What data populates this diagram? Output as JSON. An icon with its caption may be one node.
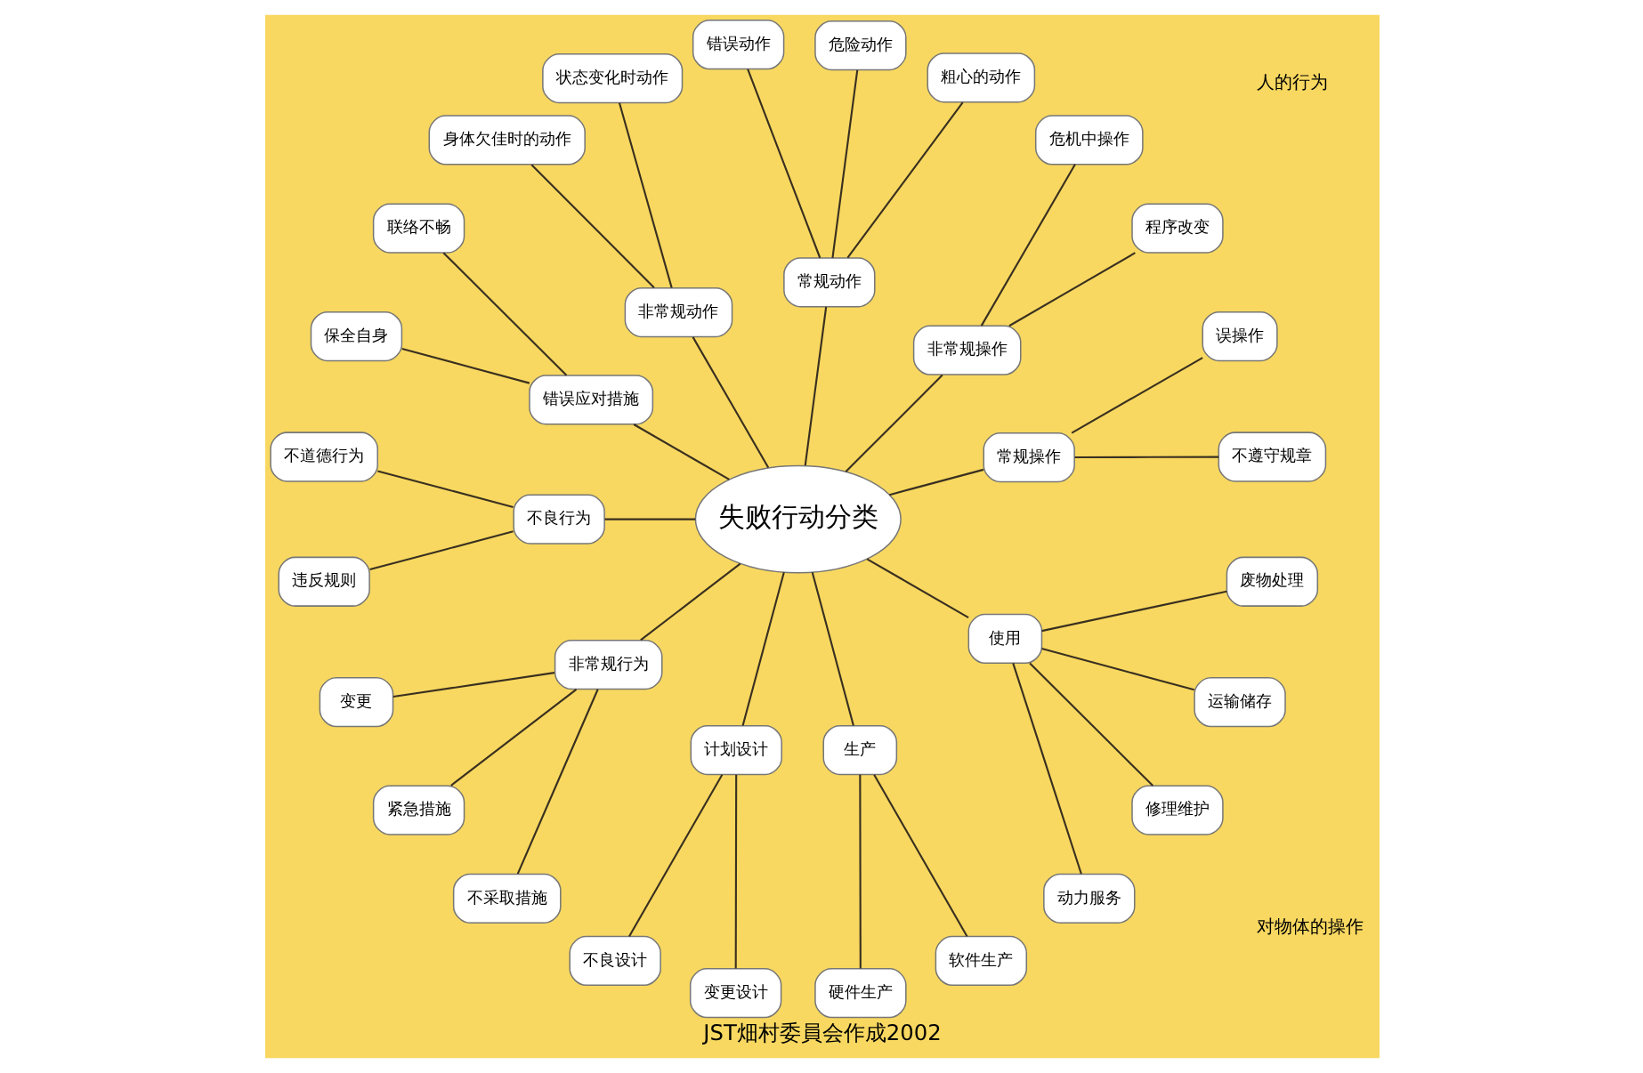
{
  "diagram": {
    "caption": "JST畑村委員会作成2002",
    "nodes": [
      {
        "text": [
          "失败行动分类"
        ]
      },
      {
        "text": [
          "常规操作"
        ]
      },
      {
        "text": [
          "非常规操作"
        ]
      },
      {
        "text": [
          "常规动作"
        ]
      },
      {
        "text": [
          "非常规动作"
        ]
      },
      {
        "text": [
          "错误应对措施"
        ]
      },
      {
        "text": [
          "不良行为"
        ]
      },
      {
        "text": [
          "非常规行为"
        ]
      },
      {
        "text": [
          "计划设计"
        ]
      },
      {
        "text": [
          "生产"
        ]
      },
      {
        "text": [
          "使用"
        ]
      },
      {
        "text": [
          "不遵守规章"
        ]
      },
      {
        "text": [
          "误操作"
        ]
      },
      {
        "text": [
          "程序改变"
        ]
      },
      {
        "text": [
          "危机中操作"
        ]
      },
      {
        "text": [
          "粗心的动作"
        ]
      },
      {
        "text": [
          "危险动作"
        ]
      },
      {
        "text": [
          "错误动作"
        ]
      },
      {
        "text": [
          "状态变化时动作"
        ]
      },
      {
        "text": [
          "身体欠佳时的动作"
        ]
      },
      {
        "text": [
          "联络不畅"
        ]
      },
      {
        "text": [
          "保全自身"
        ]
      },
      {
        "text": [
          "不道德行为"
        ]
      },
      {
        "text": [
          "违反规则"
        ]
      },
      {
        "text": [
          "变更"
        ]
      },
      {
        "text": [
          "紧急措施"
        ]
      },
      {
        "text": [
          "不采取措施"
        ]
      },
      {
        "text": [
          "不良设计"
        ]
      },
      {
        "text": [
          "变更设计"
        ]
      },
      {
        "text": [
          "硬件生产"
        ]
      },
      {
        "text": [
          "软件生产"
        ]
      },
      {
        "text": [
          "动力服务"
        ]
      },
      {
        "text": [
          "修理维护"
        ]
      },
      {
        "text": [
          "运输储存"
        ]
      },
      {
        "text": [
          "废物处理"
        ]
      }
    ],
    "edges": [
      {
        "from": 0,
        "to": 1,
        "arrow": "none"
      },
      {
        "from": 0,
        "to": 2,
        "arrow": "none"
      },
      {
        "from": 0,
        "to": 3,
        "arrow": "none"
      },
      {
        "from": 0,
        "to": 4,
        "arrow": "none"
      },
      {
        "from": 0,
        "to": 5,
        "arrow": "none"
      },
      {
        "from": 0,
        "to": 6,
        "arrow": "none"
      },
      {
        "from": 0,
        "to": 7,
        "arrow": "none"
      },
      {
        "from": 0,
        "to": 8,
        "arrow": "none"
      },
      {
        "from": 0,
        "to": 9,
        "arrow": "none"
      },
      {
        "from": 0,
        "to": 10,
        "arrow": "none"
      },
      {
        "from": 1,
        "to": 11,
        "arrow": "none"
      },
      {
        "from": 1,
        "to": 12,
        "arrow": "none"
      },
      {
        "from": 2,
        "to": 13,
        "arrow": "none"
      },
      {
        "from": 2,
        "to": 14,
        "arrow": "none"
      },
      {
        "from": 3,
        "to": 15,
        "arrow": "none"
      },
      {
        "from": 3,
        "to": 16,
        "arrow": "none"
      },
      {
        "from": 3,
        "to": 17,
        "arrow": "none"
      },
      {
        "from": 4,
        "to": 18,
        "arrow": "none"
      },
      {
        "from": 4,
        "to": 19,
        "arrow": "none"
      },
      {
        "from": 5,
        "to": 20,
        "arrow": "none"
      },
      {
        "from": 5,
        "to": 21,
        "arrow": "none"
      },
      {
        "from": 6,
        "to": 22,
        "arrow": "none"
      },
      {
        "from": 6,
        "to": 23,
        "arrow": "none"
      },
      {
        "from": 7,
        "to": 24,
        "arrow": "none"
      },
      {
        "from": 7,
        "to": 25,
        "arrow": "none"
      },
      {
        "from": 7,
        "to": 26,
        "arrow": "none"
      },
      {
        "from": 8,
        "to": 27,
        "arrow": "none"
      },
      {
        "from": 8,
        "to": 28,
        "arrow": "none"
      },
      {
        "from": 9,
        "to": 29,
        "arrow": "none"
      },
      {
        "from": 9,
        "to": 30,
        "arrow": "none"
      },
      {
        "from": 10,
        "to": 31,
        "arrow": "none"
      },
      {
        "from": 10,
        "to": 32,
        "arrow": "none"
      },
      {
        "from": 10,
        "to": 33,
        "arrow": "none"
      },
      {
        "from": 10,
        "to": 34,
        "arrow": "none"
      }
    ],
    "labels": [
      "对物体的操作",
      "人的行为"
    ]
  }
}
